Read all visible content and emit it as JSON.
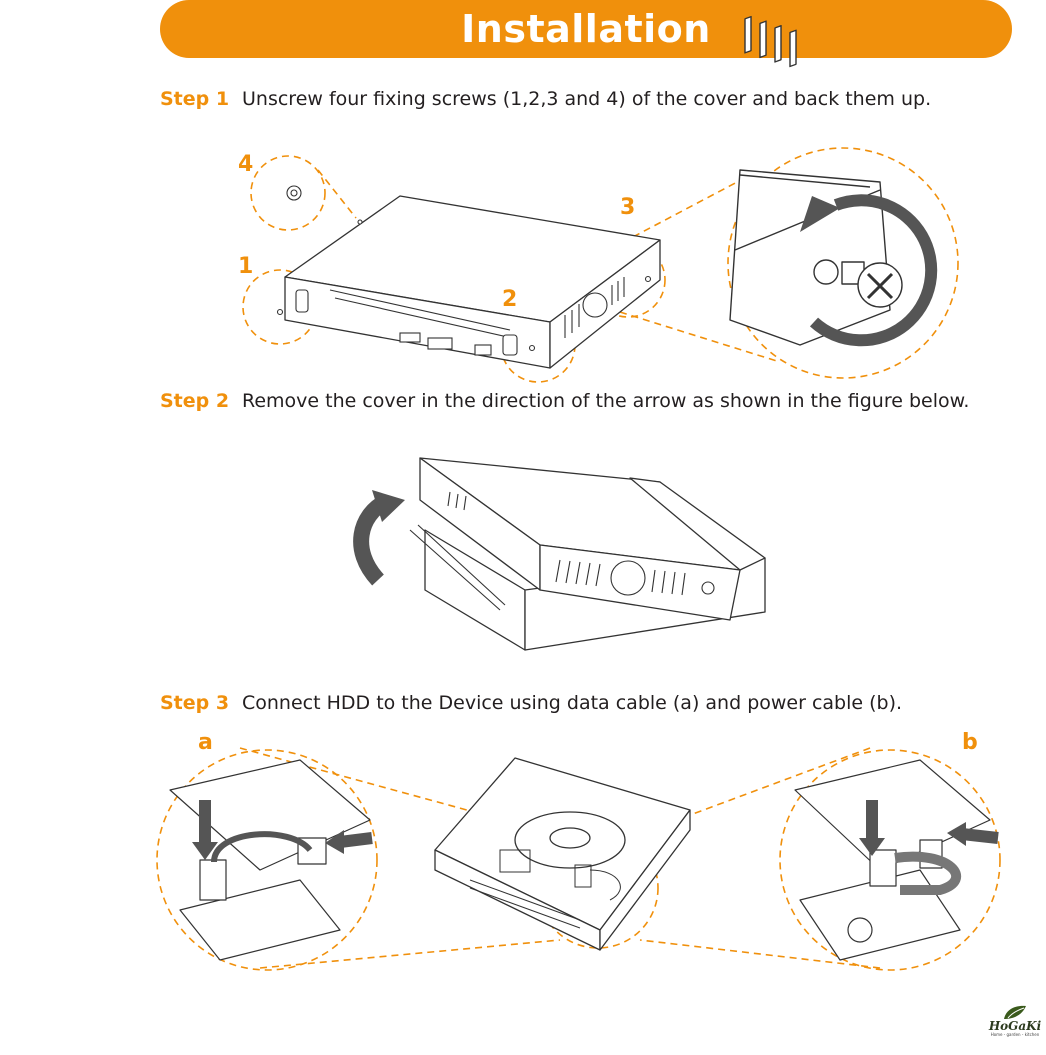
{
  "header": {
    "title": "Installation"
  },
  "steps": [
    {
      "label": "Step 1",
      "text": "Unscrew four fixing screws (1,2,3 and 4) of the cover and back them up."
    },
    {
      "label": "Step 2",
      "text": "Remove the cover in the direction of the arrow as shown in the figure below."
    },
    {
      "label": "Step 3",
      "text": "Connect HDD to the Device using data cable (a) and power cable (b)."
    }
  ],
  "callouts": {
    "screw1": "1",
    "screw2": "2",
    "screw3": "3",
    "screw4": "4",
    "cable_a": "a",
    "cable_b": "b"
  },
  "logo": {
    "name": "HoGaKi",
    "tagline": "Home - garden - kitchen"
  },
  "colors": {
    "accent": "#f0900c",
    "text": "#231f20",
    "line": "#333333"
  }
}
